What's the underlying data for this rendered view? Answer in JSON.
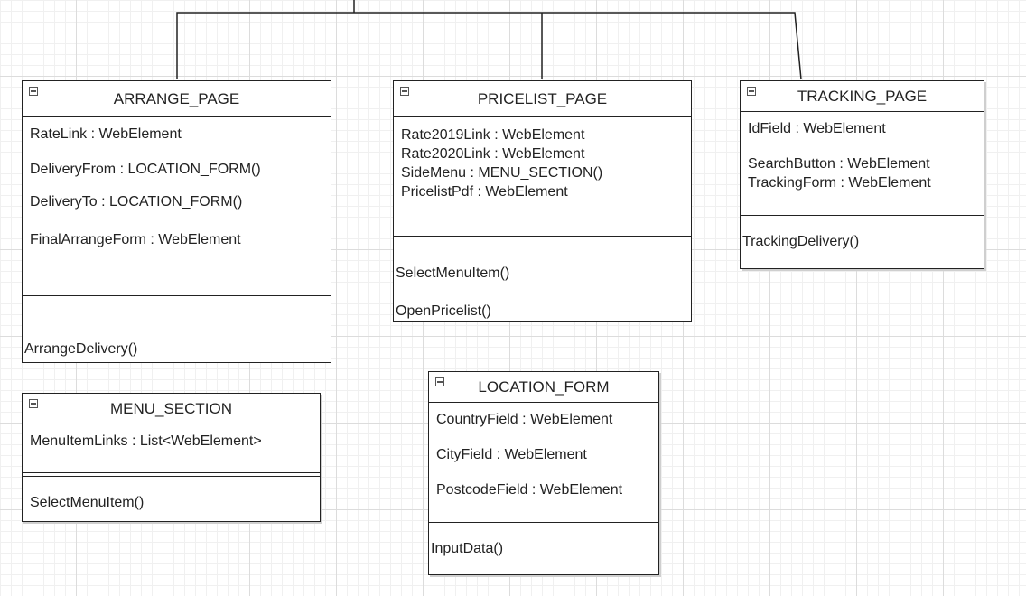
{
  "classes": {
    "arrange_page": {
      "title": "ARRANGE_PAGE",
      "attributes": [
        "RateLink : WebElement",
        "DeliveryFrom : LOCATION_FORM()",
        "DeliveryTo : LOCATION_FORM()",
        "FinalArrangeForm : WebElement"
      ],
      "operations": [
        "ArrangeDelivery()"
      ]
    },
    "pricelist_page": {
      "title": "PRICELIST_PAGE",
      "attributes": [
        "Rate2019Link : WebElement",
        "Rate2020Link : WebElement",
        "SideMenu : MENU_SECTION()",
        "PricelistPdf : WebElement"
      ],
      "operations": [
        "SelectMenuItem()",
        "OpenPricelist()"
      ]
    },
    "tracking_page": {
      "title": "TRACKING_PAGE",
      "attributes": [
        "IdField : WebElement",
        "SearchButton : WebElement",
        "TrackingForm : WebElement"
      ],
      "operations": [
        "TrackingDelivery()"
      ]
    },
    "menu_section": {
      "title": "MENU_SECTION",
      "attributes": [
        "MenuItemLinks : List<WebElement>"
      ],
      "operations": [
        "SelectMenuItem()"
      ]
    },
    "location_form": {
      "title": "LOCATION_FORM",
      "attributes": [
        "CountryField : WebElement",
        "CityField : WebElement",
        "PostcodeField : WebElement"
      ],
      "operations": [
        "InputData()"
      ]
    }
  }
}
